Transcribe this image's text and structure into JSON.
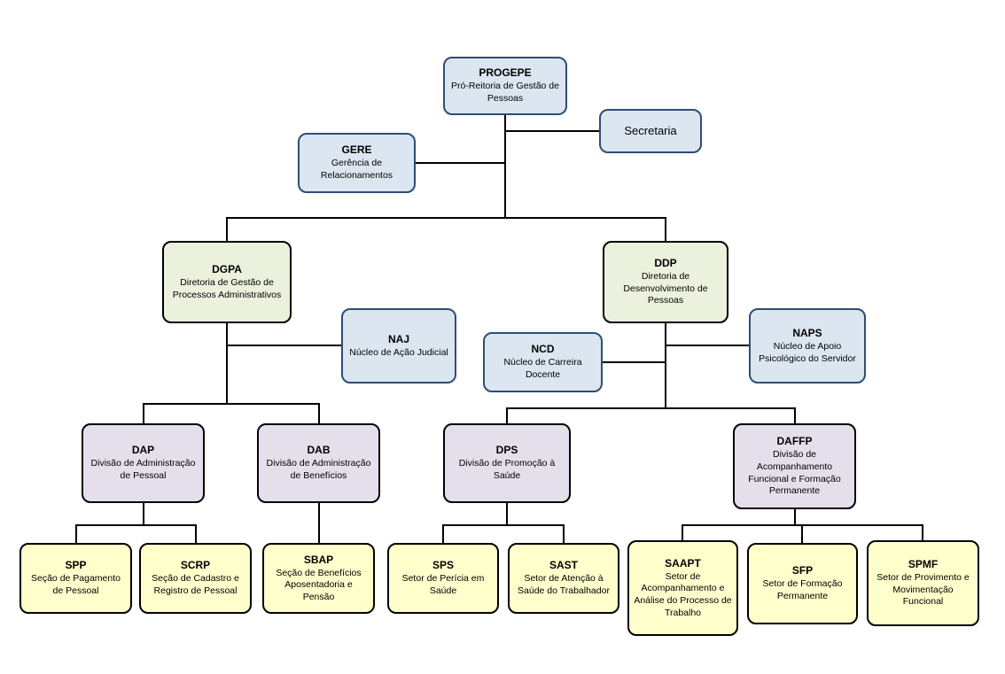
{
  "diagram": {
    "type": "org-chart",
    "organization": "PROGEPE"
  },
  "nodes": {
    "progepe": {
      "acronym": "PROGEPE",
      "label": "Pró-Reitoria de Gestão de Pessoas",
      "level_color": "#dce6f1"
    },
    "secretaria": {
      "label": "Secretaria",
      "level_color": "#dce6f1"
    },
    "gere": {
      "acronym": "GERE",
      "label": "Gerência de Relacionamentos",
      "level_color": "#dce6f1"
    },
    "dgpa": {
      "acronym": "DGPA",
      "label": "Diretoria de Gestão de Processos Administrativos",
      "level_color": "#ebf1dd"
    },
    "ddp": {
      "acronym": "DDP",
      "label": "Diretoria de Desenvolvimento de Pessoas",
      "level_color": "#ebf1dd"
    },
    "naj": {
      "acronym": "NAJ",
      "label": "Núcleo de Ação Judicial",
      "level_color": "#dce6f1"
    },
    "ncd": {
      "acronym": "NCD",
      "label": "Núcleo de Carreira Docente",
      "level_color": "#dce6f1"
    },
    "naps": {
      "acronym": "NAPS",
      "label": "Núcleo de Apoio Psicológico do Servidor",
      "level_color": "#dce6f1"
    },
    "dap": {
      "acronym": "DAP",
      "label": "Divisão de Administração de Pessoal",
      "level_color": "#e5dfec"
    },
    "dab": {
      "acronym": "DAB",
      "label": "Divisão de Administração de Benefícios",
      "level_color": "#e5dfec"
    },
    "dps": {
      "acronym": "DPS",
      "label": "Divisão de Promoção à Saúde",
      "level_color": "#e5dfec"
    },
    "daffp": {
      "acronym": "DAFFP",
      "label": "Divisão de Acompanhamento Funcional e Formação Permanente",
      "level_color": "#e5dfec"
    },
    "spp": {
      "acronym": "SPP",
      "label": "Seção de Pagamento de Pessoal",
      "level_color": "#ffffcc"
    },
    "scrp": {
      "acronym": "SCRP",
      "label": "Seção de Cadastro e Registro de Pessoal",
      "level_color": "#ffffcc"
    },
    "sbap": {
      "acronym": "SBAP",
      "label": "Seção de Benefícios Aposentadoria e Pensão",
      "level_color": "#ffffcc"
    },
    "sps": {
      "acronym": "SPS",
      "label": "Setor de Perícia em Saúde",
      "level_color": "#ffffcc"
    },
    "sast": {
      "acronym": "SAST",
      "label": "Setor de Atenção à Saúde do Trabalhador",
      "level_color": "#ffffcc"
    },
    "saapt": {
      "acronym": "SAAPT",
      "label": "Setor de Acompanhamento e Análise do Processo de Trabalho",
      "level_color": "#ffffcc"
    },
    "sfp": {
      "acronym": "SFP",
      "label": "Setor de Formação Permanente",
      "level_color": "#ffffcc"
    },
    "spmf": {
      "acronym": "SPMF",
      "label": "Setor de Provimento e Movimentação Funcional",
      "level_color": "#ffffcc"
    }
  },
  "edges": [
    [
      "progepe",
      "secretaria"
    ],
    [
      "progepe",
      "gere"
    ],
    [
      "progepe",
      "dgpa"
    ],
    [
      "progepe",
      "ddp"
    ],
    [
      "dgpa",
      "naj"
    ],
    [
      "dgpa",
      "dap"
    ],
    [
      "dgpa",
      "dab"
    ],
    [
      "ddp",
      "ncd"
    ],
    [
      "ddp",
      "naps"
    ],
    [
      "ddp",
      "dps"
    ],
    [
      "ddp",
      "daffp"
    ],
    [
      "dap",
      "spp"
    ],
    [
      "dap",
      "scrp"
    ],
    [
      "dab",
      "sbap"
    ],
    [
      "dps",
      "sps"
    ],
    [
      "dps",
      "sast"
    ],
    [
      "daffp",
      "saapt"
    ],
    [
      "daffp",
      "sfp"
    ],
    [
      "daffp",
      "spmf"
    ]
  ],
  "colors": {
    "background": "#ffffff",
    "line": "#000000",
    "blue_fill": "#dce6f1",
    "blue_border": "#2e4d74",
    "green_fill": "#ebf1dd",
    "purple_fill": "#e5dfec",
    "yellow_fill": "#ffffcc"
  }
}
